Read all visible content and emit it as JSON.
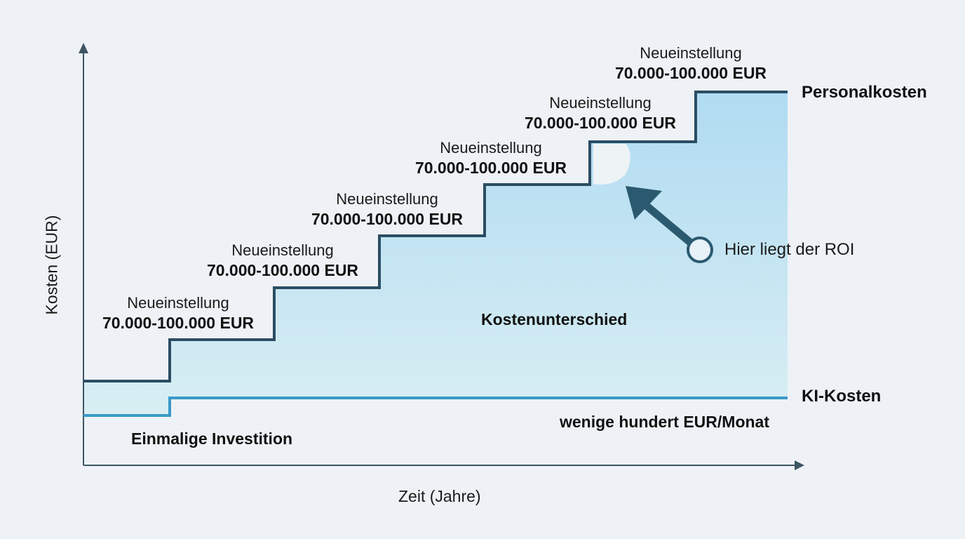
{
  "chart_data": {
    "type": "line",
    "title": "",
    "xlabel": "Zeit (Jahre)",
    "ylabel": "Kosten (EUR)",
    "grid": false,
    "legend": "inline labels",
    "series": [
      {
        "name": "Personalkosten",
        "style": "step",
        "color": "#2b4d63",
        "x": [
          0,
          1,
          2,
          3,
          4,
          5,
          6,
          7
        ],
        "values": [
          1,
          2,
          3,
          4,
          5,
          6,
          7,
          7
        ]
      },
      {
        "name": "KI-Kosten",
        "style": "step",
        "color": "#3a9ac8",
        "x": [
          0,
          1,
          7
        ],
        "values": [
          0.1,
          0.5,
          0.5
        ],
        "annotation": "wenige hundert EUR/Monat"
      }
    ],
    "annotations": [
      {
        "text": "Neueinstellung 70.000-100.000 EUR",
        "step": 1
      },
      {
        "text": "Neueinstellung 70.000-100.000 EUR",
        "step": 2
      },
      {
        "text": "Neueinstellung 70.000-100.000 EUR",
        "step": 3
      },
      {
        "text": "Neueinstellung 70.000-100.000 EUR",
        "step": 4
      },
      {
        "text": "Neueinstellung 70.000-100.000 EUR",
        "step": 5
      },
      {
        "text": "Neueinstellung 70.000-100.000 EUR",
        "step": 6
      },
      {
        "text": "Kostenunterschied",
        "region": "between series"
      },
      {
        "text": "Hier liegt der ROI",
        "pointer": "arrow"
      },
      {
        "text": "Einmalige Investition",
        "position": "below initial KI step"
      }
    ]
  },
  "axes": {
    "x_label": "Zeit (Jahre)",
    "y_label": "Kosten (EUR)"
  },
  "steps": [
    {
      "line1": "Neueinstellung",
      "line2": "70.000-100.000 EUR"
    },
    {
      "line1": "Neueinstellung",
      "line2": "70.000-100.000 EUR"
    },
    {
      "line1": "Neueinstellung",
      "line2": "70.000-100.000 EUR"
    },
    {
      "line1": "Neueinstellung",
      "line2": "70.000-100.000 EUR"
    },
    {
      "line1": "Neueinstellung",
      "line2": "70.000-100.000 EUR"
    },
    {
      "line1": "Neueinstellung",
      "line2": "70.000-100.000 EUR"
    }
  ],
  "labels": {
    "personal": "Personalkosten",
    "ki": "KI-Kosten",
    "ki_sub": "wenige hundert EUR/Monat",
    "diff": "Kostenunterschied",
    "roi": "Hier liegt der ROI",
    "invest": "Einmalige Investition"
  },
  "colors": {
    "personal_line": "#2b4d63",
    "ki_line": "#3a9ac8",
    "fill_top": "#b3dcf2",
    "fill_bottom": "#d8eef4",
    "axis": "#3d5563",
    "background": "#eef2f6"
  }
}
